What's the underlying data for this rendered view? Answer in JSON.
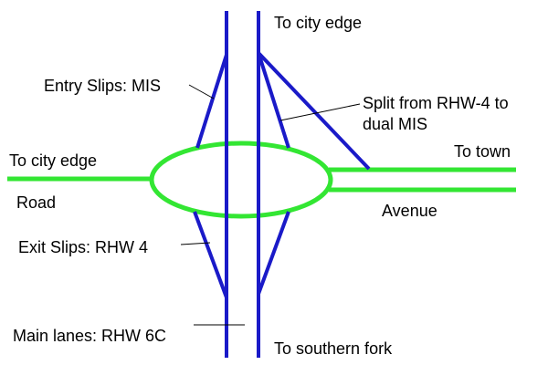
{
  "labels": {
    "to_city_edge_top": "To city edge",
    "entry_slips": "Entry Slips: MIS",
    "split_line1": "Split from RHW-4 to",
    "split_line2": "dual MIS",
    "to_town": "To town",
    "to_city_edge_left": "To city edge",
    "road": "Road",
    "avenue": "Avenue",
    "exit_slips": "Exit Slips: RHW 4",
    "main_lanes": "Main lanes: RHW 6C",
    "to_southern_fork": "To southern fork"
  },
  "colors": {
    "highway": "#1a1ac8",
    "road": "#33e633",
    "leader": "#000000",
    "background": "#ffffff"
  }
}
